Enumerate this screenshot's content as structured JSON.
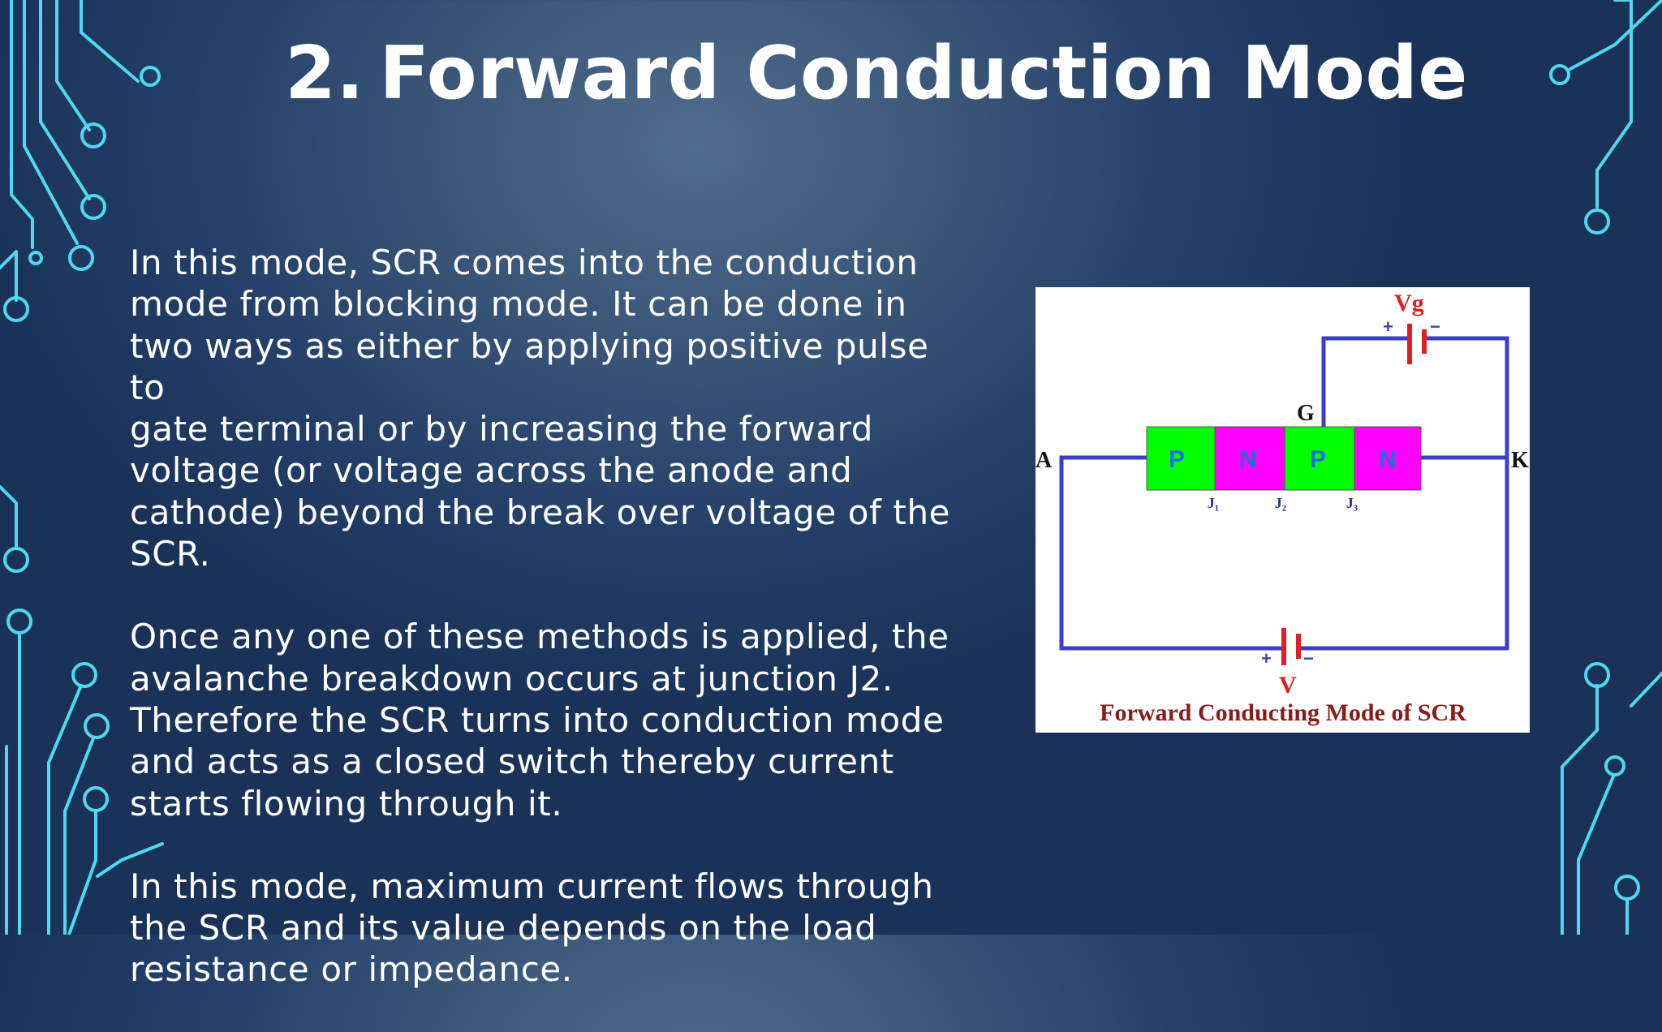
{
  "slide": {
    "title": "2. Forward Conduction Mode",
    "paragraphs": [
      "In this mode, SCR comes into the conduction\nmode from blocking mode. It can be done in\ntwo ways as either by applying positive pulse to\ngate terminal or by increasing the forward\nvoltage (or voltage across the anode and\ncathode) beyond the break over voltage of the\nSCR.",
      "Once any one of these methods is applied, the\navalanche breakdown occurs at junction J2.\nTherefore the SCR turns into conduction mode\nand acts as a closed switch thereby current\nstarts flowing through it.",
      "In this mode, maximum current flows through\nthe SCR and its value depends on the load\nresistance or impedance."
    ]
  },
  "figure": {
    "caption": "Forward Conducting Mode of SCR",
    "layers": [
      "P",
      "N",
      "P",
      "N"
    ],
    "junctions": [
      "J₁",
      "J₂",
      "J₃"
    ],
    "anode_label": "A",
    "cathode_label": "K",
    "gate_label": "G",
    "gate_source_label": "Vg",
    "main_source_label": "V",
    "plus": "+",
    "minus": "−",
    "colors": {
      "p_region": "#00ff00",
      "n_region": "#ff00ff",
      "layer_text": "#1e6fd9",
      "wire": "#3b3fc8",
      "source": "#e02020",
      "caption": "#8b1a1a"
    }
  }
}
